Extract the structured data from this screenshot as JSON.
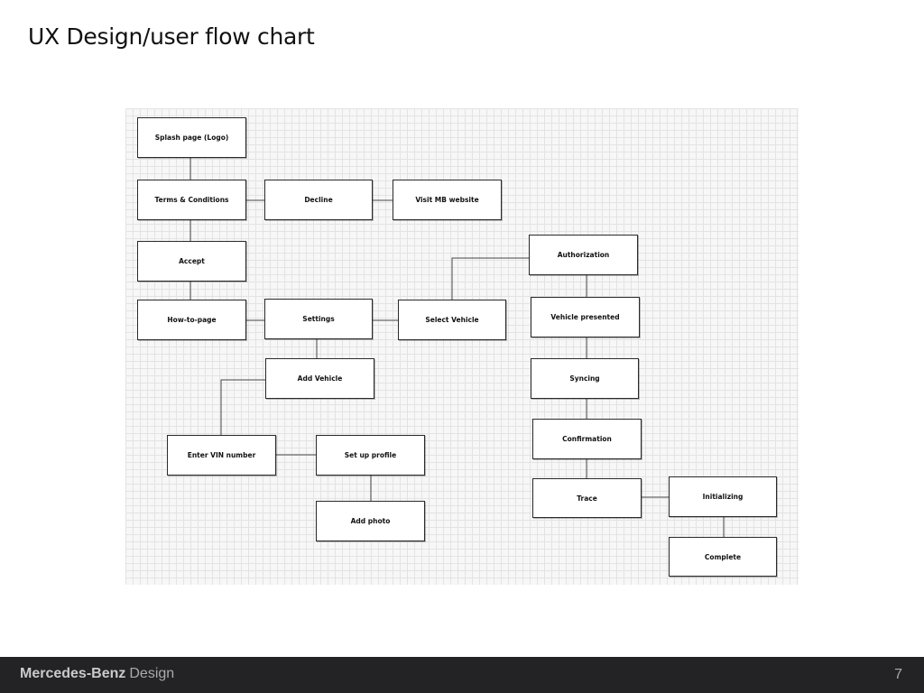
{
  "slide": {
    "title": "UX Design/user flow chart",
    "page_number": "7"
  },
  "footer": {
    "brand_name": "Mercedes-Benz",
    "brand_suffix": "Design"
  },
  "flowchart": {
    "nodes": [
      {
        "id": "splash",
        "label": "Splash page (Logo)"
      },
      {
        "id": "terms",
        "label": "Terms & Conditions"
      },
      {
        "id": "decline",
        "label": "Decline"
      },
      {
        "id": "visit",
        "label": "Visit MB website"
      },
      {
        "id": "accept",
        "label": "Accept"
      },
      {
        "id": "howto",
        "label": "How-to-page"
      },
      {
        "id": "settings",
        "label": "Settings"
      },
      {
        "id": "select",
        "label": "Select Vehicle"
      },
      {
        "id": "auth",
        "label": "Authorization"
      },
      {
        "id": "vehpres",
        "label": "Vehicle presented"
      },
      {
        "id": "addveh",
        "label": "Add Vehicle"
      },
      {
        "id": "syncing",
        "label": "Syncing"
      },
      {
        "id": "vin",
        "label": "Enter VIN number"
      },
      {
        "id": "profile",
        "label": "Set up profile"
      },
      {
        "id": "confirm",
        "label": "Confirmation"
      },
      {
        "id": "trace",
        "label": "Trace"
      },
      {
        "id": "init",
        "label": "Initializing"
      },
      {
        "id": "photo",
        "label": "Add photo"
      },
      {
        "id": "complete",
        "label": "Complete"
      }
    ],
    "edges": [
      {
        "from": "splash",
        "to": "terms"
      },
      {
        "from": "terms",
        "to": "decline"
      },
      {
        "from": "decline",
        "to": "visit"
      },
      {
        "from": "terms",
        "to": "accept"
      },
      {
        "from": "accept",
        "to": "howto"
      },
      {
        "from": "howto",
        "to": "settings"
      },
      {
        "from": "settings",
        "to": "select"
      },
      {
        "from": "select",
        "to": "auth"
      },
      {
        "from": "auth",
        "to": "vehpres"
      },
      {
        "from": "vehpres",
        "to": "syncing"
      },
      {
        "from": "syncing",
        "to": "confirm"
      },
      {
        "from": "confirm",
        "to": "trace"
      },
      {
        "from": "trace",
        "to": "init"
      },
      {
        "from": "init",
        "to": "complete"
      },
      {
        "from": "settings",
        "to": "addveh"
      },
      {
        "from": "addveh",
        "to": "vin"
      },
      {
        "from": "vin",
        "to": "profile"
      },
      {
        "from": "profile",
        "to": "photo"
      }
    ]
  }
}
